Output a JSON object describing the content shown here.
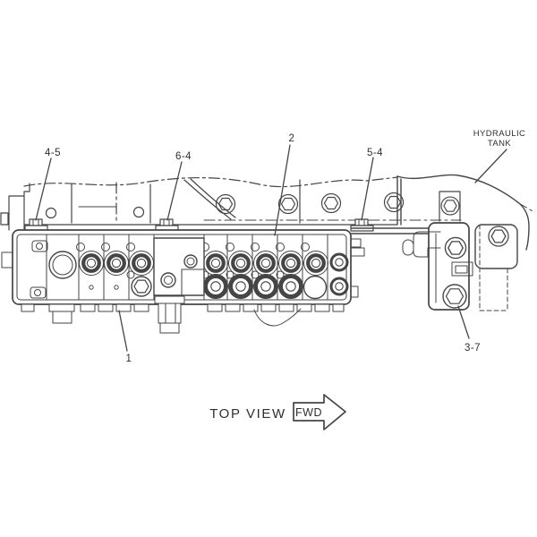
{
  "figure": {
    "view_title": "TOP VIEW",
    "direction_arrow": {
      "label": "FWD"
    },
    "annotations": {
      "hydraulic_tank": {
        "line1": "HYDRAULIC",
        "line2": "TANK"
      }
    },
    "callouts": [
      {
        "label": "4-5"
      },
      {
        "label": "6-4"
      },
      {
        "label": "2"
      },
      {
        "label": "5-4"
      },
      {
        "label": "1"
      },
      {
        "label": "3-7"
      }
    ]
  },
  "colors": {
    "line": "#454545",
    "text": "#2f2f2f",
    "background": "#ffffff"
  }
}
